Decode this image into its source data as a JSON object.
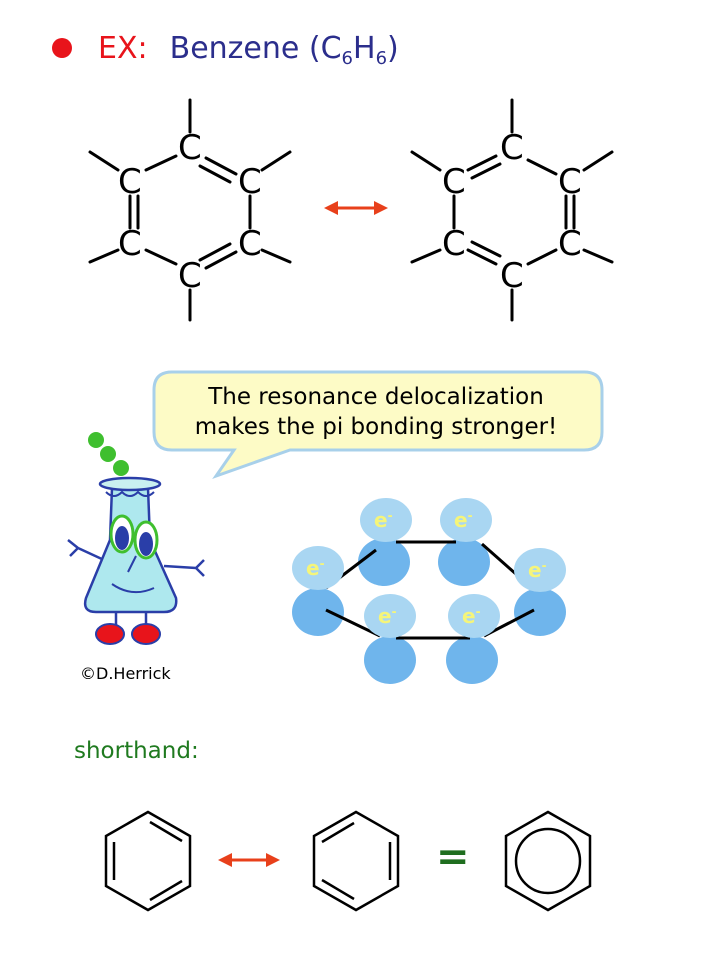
{
  "title": {
    "ex_label": "EX:",
    "name": "Benzene (",
    "c": "C",
    "c_sub": "6",
    "h": "H",
    "h_sub": "6",
    "close": ")"
  },
  "atom_label": "C",
  "bubble": {
    "line1": "The resonance delocalization",
    "line2": "makes the pi bonding stronger!"
  },
  "electron_label": "e",
  "electron_sup": "-",
  "credit": "©D.Herrick",
  "shorthand_label": "shorthand:",
  "equals_sign": "=",
  "colors": {
    "bullet": "#e8141b",
    "ex_label": "#e8141b",
    "title": "#2b2e8c",
    "arrow": "#e8401b",
    "shorthand": "#1f7a1f",
    "orbital_top": "#a9d6f2",
    "orbital_bottom": "#6fb5ec",
    "electron_text": "#f5f57a",
    "bubble_fill": "#fdfbc6",
    "bubble_stroke": "#a8d0ea"
  }
}
